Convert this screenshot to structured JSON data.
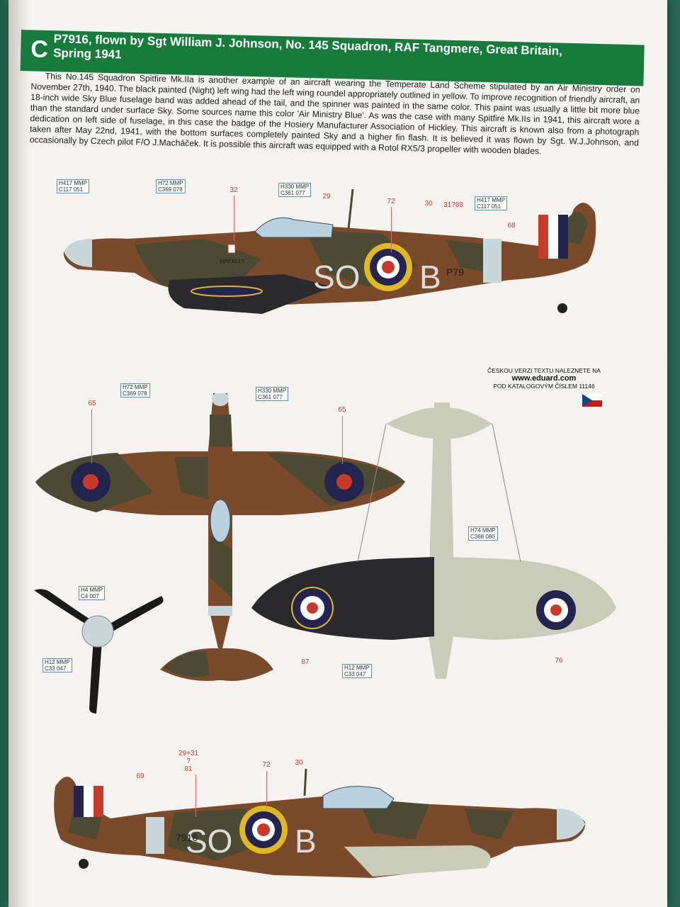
{
  "header": {
    "letter": "C",
    "title_line1": "P7916, flown by Sgt William J. Johnson, No. 145 Squadron, RAF Tangmere, Great Britain,",
    "title_line2": "Spring 1941",
    "color": "#177b3c"
  },
  "description": "This No.145 Squadron Spitfire Mk.IIa is another example of an aircraft wearing the Temperate Land Scheme stipulated by an Air Ministry order on November 27th, 1940. The black painted (Night) left wing had the left wing roundel appropriately outlined in yellow. To improve recognition of friendly aircraft, an 18-inch wide Sky Blue fuselage band was added ahead of the tail, and the spinner was painted in the same color. This paint was usually a little bit more blue than the standard under surface Sky. Some sources name this color 'Air Ministry Blue'. As was the case with many Spitfire Mk.IIs in 1941, this aircraft wore a dedication on left side of fuselage, in this case the badge of the Hosiery Manufacturer Association of Hickley. This aircraft is known also from a photograph taken after May 22nd, 1941, with the bottom surfaces completely painted Sky and a higher fin flash. It is believed it was flown by Sgt. W.J.Johnson, and occasionally by Czech pilot F/O J.Macháček. It is possible this aircraft was equipped with a Rotol RX5/3 propeller with wooden blades.",
  "paint_codes": {
    "h417": {
      "a": "H417",
      "b": "MMP",
      "c": "C117",
      "d": "051"
    },
    "h72": {
      "a": "H72",
      "b": "MMP",
      "c": "C369",
      "d": "078"
    },
    "h330": {
      "a": "H330",
      "b": "MMP",
      "c": "C361",
      "d": "077"
    },
    "h74": {
      "a": "H74",
      "b": "MMP",
      "c": "C368",
      "d": "080"
    },
    "h4": {
      "a": "H4",
      "b": "MMP",
      "c": "C4",
      "d": "007"
    },
    "h12": {
      "a": "H12",
      "b": "MMP",
      "c": "C33",
      "d": "047"
    }
  },
  "callouts": {
    "n32": "32",
    "n29": "29",
    "n72": "72",
    "n30": "30",
    "n31_88": "31?88",
    "n68": "68",
    "n65": "65",
    "n87": "87",
    "n76": "76",
    "n69": "69",
    "n29_31": "29+31",
    "nq": "?",
    "n81": "81"
  },
  "markings": {
    "code_left": "SO",
    "code_right": "B",
    "serial_partial": "P79",
    "serial_rev": "7916",
    "badge_text": "HINCKLEY"
  },
  "czech_note": {
    "line1": "ČESKOU VERZI TEXTU NALEZNETE NA",
    "site": "www.eduard.com",
    "line3": "POD KATALOGOVÝM ČÍSLEM 11146"
  },
  "colors": {
    "dark_earth": "#7a4a2a",
    "dark_green": "#4d4a34",
    "sky": "#c9ccb8",
    "night": "#2a2a2c",
    "sky_blue": "#c7d7da",
    "roundel_blue": "#23254f",
    "roundel_red": "#c83a2a",
    "yellow": "#e0b824"
  }
}
